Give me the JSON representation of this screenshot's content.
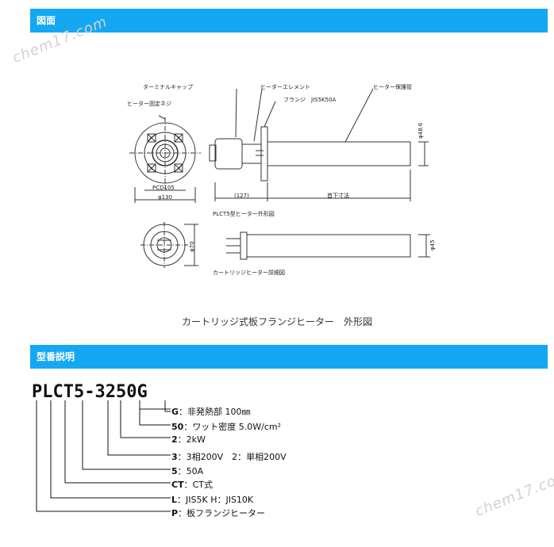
{
  "section_drawing": {
    "title": "図面"
  },
  "section_model": {
    "title": "型番説明"
  },
  "watermark": "chem17.com",
  "drawing": {
    "label_terminal_cap": "ターミナルキャップ",
    "label_heater_element": "ヒーターエレメント",
    "label_protection_tube": "ヒーター保護管",
    "label_flange": "フランジ　JIS5K50A",
    "label_fixing_screw": "ヒーター固定ネジ",
    "label_pcd": "PCD105",
    "label_phi130": "φ130",
    "label_127": "(127)",
    "label_length": "首下寸法",
    "label_phi486": "φ48.6",
    "label_outline": "PLCT5型ヒーター外形図",
    "label_phi70": "φ70",
    "label_phi45": "φ45",
    "label_cartridge_detail": "カートリッジヒーター詳細図"
  },
  "caption": "カートリッジ式板フランジヒーター　外形図",
  "model_code": "PLCT5-3250G",
  "legend": [
    {
      "code": "G",
      "sep": "：",
      "desc": "非発熱部 100㎜"
    },
    {
      "code": "50",
      "sep": "：",
      "desc": "ワット密度 5.0W/cm²"
    },
    {
      "code": "2",
      "sep": "：",
      "desc": "2kW"
    },
    {
      "code": "3",
      "sep": "：",
      "desc": "3相200V　2：単相200V"
    },
    {
      "code": "5",
      "sep": "：",
      "desc": "50A"
    },
    {
      "code": "CT",
      "sep": "：",
      "desc": "CT式"
    },
    {
      "code": "L",
      "sep": "：",
      "desc": "JIS5K  H：JIS10K"
    },
    {
      "code": "P",
      "sep": "：",
      "desc": "板フランジヒーター"
    }
  ]
}
